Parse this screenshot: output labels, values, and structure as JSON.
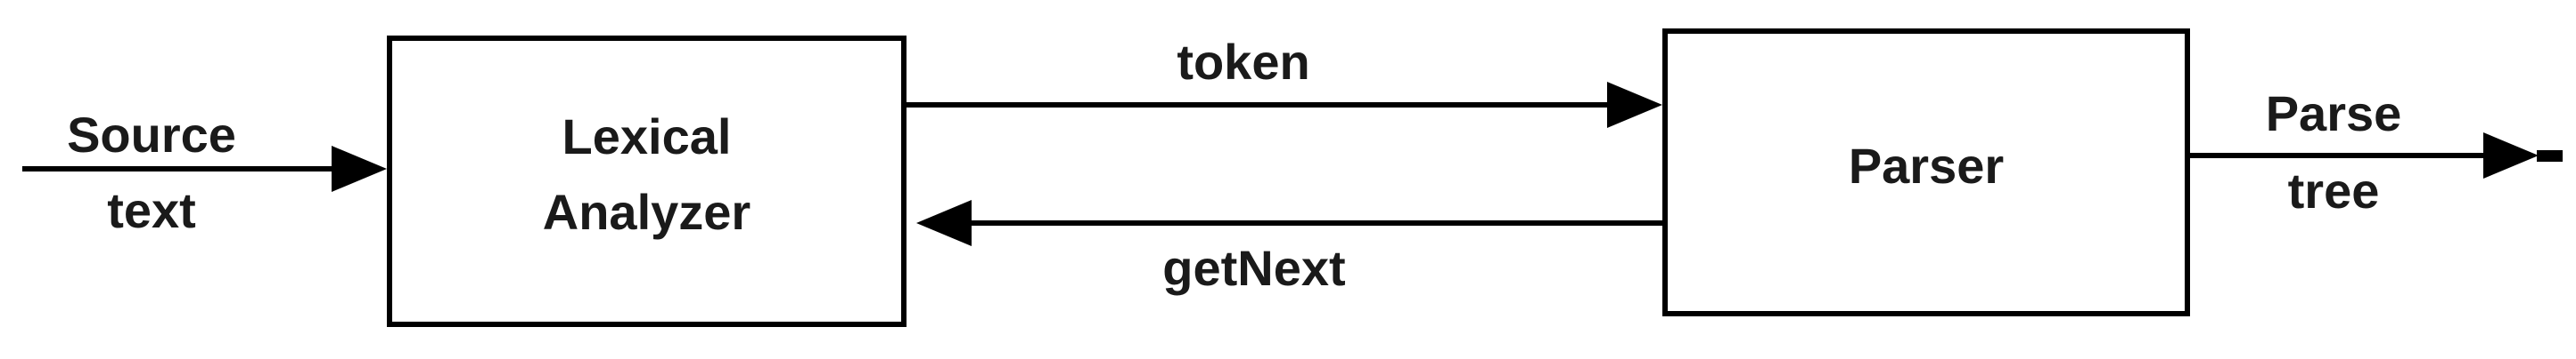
{
  "diagram": {
    "type": "flow-diagram",
    "colors": {
      "background": "#ffffff",
      "line": "#000000",
      "text": "#1a1a1a"
    },
    "nodes": [
      {
        "id": "lexical-analyzer",
        "lines": [
          "Lexical",
          "Analyzer"
        ]
      },
      {
        "id": "parser",
        "lines": [
          "Parser"
        ]
      }
    ],
    "edges": [
      {
        "id": "source-text",
        "lines": [
          "Source",
          "text"
        ],
        "direction": "right",
        "to": "lexical-analyzer"
      },
      {
        "id": "token",
        "lines": [
          "token"
        ],
        "direction": "right",
        "from": "lexical-analyzer",
        "to": "parser"
      },
      {
        "id": "getnext",
        "lines": [
          "getNext"
        ],
        "direction": "left",
        "from": "parser",
        "to": "lexical-analyzer"
      },
      {
        "id": "parse-tree",
        "lines": [
          "Parse",
          "tree"
        ],
        "direction": "right",
        "from": "parser"
      }
    ]
  }
}
